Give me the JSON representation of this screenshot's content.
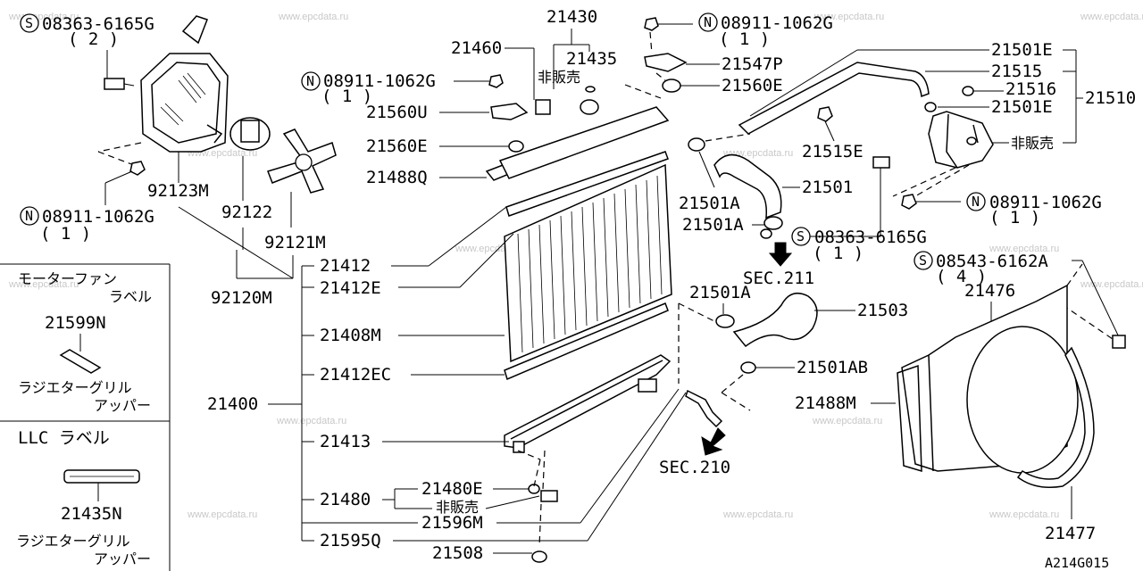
{
  "watermark": "www.epcdata.ru",
  "footer_code": "A214G015",
  "legend": {
    "motor_fan_label_l1": "モーターファン",
    "motor_fan_label_l2": "ラベル",
    "motor_fan_part": "21599N",
    "grille_label_l1": "ラジエターグリル",
    "grille_label_l2": "アッパー",
    "llc_label": "LLC ラベル",
    "llc_part": "21435N",
    "grille_label2_l1": "ラジエターグリル",
    "grille_label2_l2": "アッパー"
  },
  "callouts": {
    "s_bolt_top": "08363-6165G",
    "s_bolt_top_qty": "( 2 )",
    "n_nut_left": "08911-1062G",
    "n_nut_left_qty": "( 1 )",
    "p92123m": "92123M",
    "p92122": "92122",
    "p92121m": "92121M",
    "p92120m": "92120M",
    "p21430": "21430",
    "p21460": "21460",
    "p21435": "21435",
    "not_for_sale_1": "非販売",
    "n_nut_mid": "08911-1062G",
    "n_nut_mid_qty": "( 1 )",
    "p21560u": "21560U",
    "p21560e_left": "21560E",
    "p21488q": "21488Q",
    "n_nut_top": "08911-1062G",
    "n_nut_top_qty": "( 1 )",
    "p21547p": "21547P",
    "p21560e_right": "21560E",
    "p21501e_top": "21501E",
    "p21515": "21515",
    "p21516": "21516",
    "p21510": "21510",
    "p21501e_mid": "21501E",
    "not_for_sale_2": "非販売",
    "p21515e": "21515E",
    "p21501_hose": "21501",
    "p21501a_1": "21501A",
    "p21501a_2": "21501A",
    "s_bolt_mid": "08363-6165G",
    "s_bolt_mid_qty": "( 1 )",
    "n_nut_right": "08911-1062G",
    "n_nut_right_qty": "( 1 )",
    "sec211": "SEC.211",
    "p21412": "21412",
    "p21412e": "21412E",
    "p21408m": "21408M",
    "p21412ec": "21412EC",
    "p21400": "21400",
    "p21413": "21413",
    "p21480": "21480",
    "p21480e": "21480E",
    "not_for_sale_3": "非販売",
    "p21596m": "21596M",
    "p21595q": "21595Q",
    "p21508": "21508",
    "p21501a_3": "21501A",
    "p21503": "21503",
    "p21501ab": "21501AB",
    "sec210": "SEC.210",
    "s_bolt_right": "08543-6162A",
    "s_bolt_right_qty": "( 4 )",
    "p21476": "21476",
    "p21488m": "21488M",
    "p21477": "21477"
  },
  "symbols": {
    "s": "S",
    "n": "N"
  }
}
